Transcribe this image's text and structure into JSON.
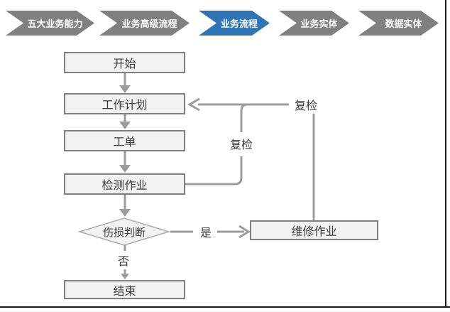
{
  "breadcrumb": {
    "steps": [
      {
        "label": "五大业务能力",
        "active": false
      },
      {
        "label": "业务高级流程",
        "active": false
      },
      {
        "label": "业务流程",
        "active": true
      },
      {
        "label": "业务实体",
        "active": false
      },
      {
        "label": "数据实体",
        "active": false
      }
    ]
  },
  "flowchart": {
    "nodes": {
      "start": {
        "label": "开始",
        "shape": "rect"
      },
      "plan": {
        "label": "工作计划",
        "shape": "rect"
      },
      "order": {
        "label": "工单",
        "shape": "rect"
      },
      "inspect": {
        "label": "检测作业",
        "shape": "rect"
      },
      "decision": {
        "label": "伤损判断",
        "shape": "diamond"
      },
      "repair": {
        "label": "维修作业",
        "shape": "rect"
      },
      "end": {
        "label": "结束",
        "shape": "rect"
      }
    },
    "edge_labels": {
      "yes": "是",
      "no": "否",
      "recheck_inner": "复检",
      "recheck_outer": "复检"
    }
  },
  "colors": {
    "step_gray": "#808080",
    "step_active_blue": "#2E75B6",
    "connector_gray": "#9c9c9c",
    "node_fill": "#f2f2f2",
    "node_border": "#7f7f7f",
    "frame": "#1a1a1a"
  }
}
